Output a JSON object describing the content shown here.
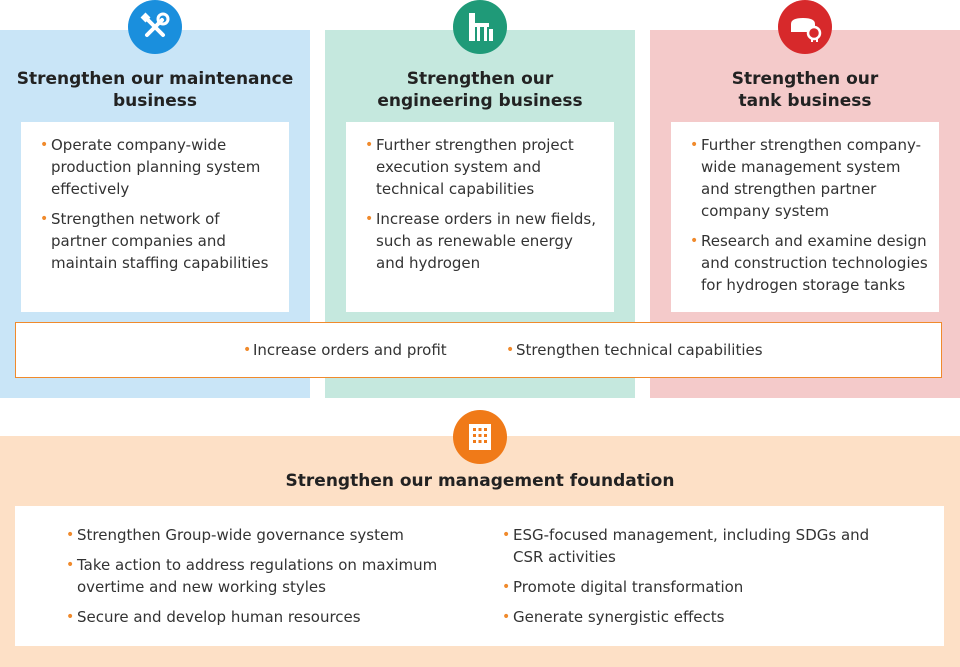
{
  "colors": {
    "maintenance_bg": "#c9e5f7",
    "maintenance_icon": "#1a8fdd",
    "engineering_bg": "#c5e8de",
    "engineering_icon": "#1f9a78",
    "tank_bg": "#f4caca",
    "tank_icon": "#d7292b",
    "management_bg": "#fde0c6",
    "management_icon": "#f07a18",
    "bullet": "#f08a2c"
  },
  "maintenance": {
    "icon": "wrench-screwdriver-icon",
    "title": "Strengthen our maintenance business",
    "items": [
      "Operate company-wide production planning system effectively",
      "Strengthen network of partner companies and maintain staffing capabilities"
    ]
  },
  "engineering": {
    "icon": "factory-icon",
    "title": "Strengthen our engineering business",
    "items": [
      "Further strengthen project execution system and technical capabilities",
      "Increase orders in new fields, such as renewable energy and hydrogen"
    ]
  },
  "tank": {
    "icon": "storage-tank-icon",
    "title": "Strengthen our tank business",
    "items": [
      "Further strengthen company-wide management system and strengthen partner company system",
      "Research and examine design and construction technologies for hydrogen storage tanks"
    ]
  },
  "common": {
    "items": [
      "Increase orders and profit",
      "Strengthen technical capabilities"
    ]
  },
  "management": {
    "icon": "building-icon",
    "title": "Strengthen our management foundation",
    "left_items": [
      "Strengthen Group-wide governance system",
      "Take action to address regulations on maximum overtime and new working styles",
      "Secure and develop human resources"
    ],
    "right_items": [
      "ESG-focused management, including SDGs and CSR activities",
      "Promote digital transformation",
      "Generate synergistic effects"
    ]
  }
}
